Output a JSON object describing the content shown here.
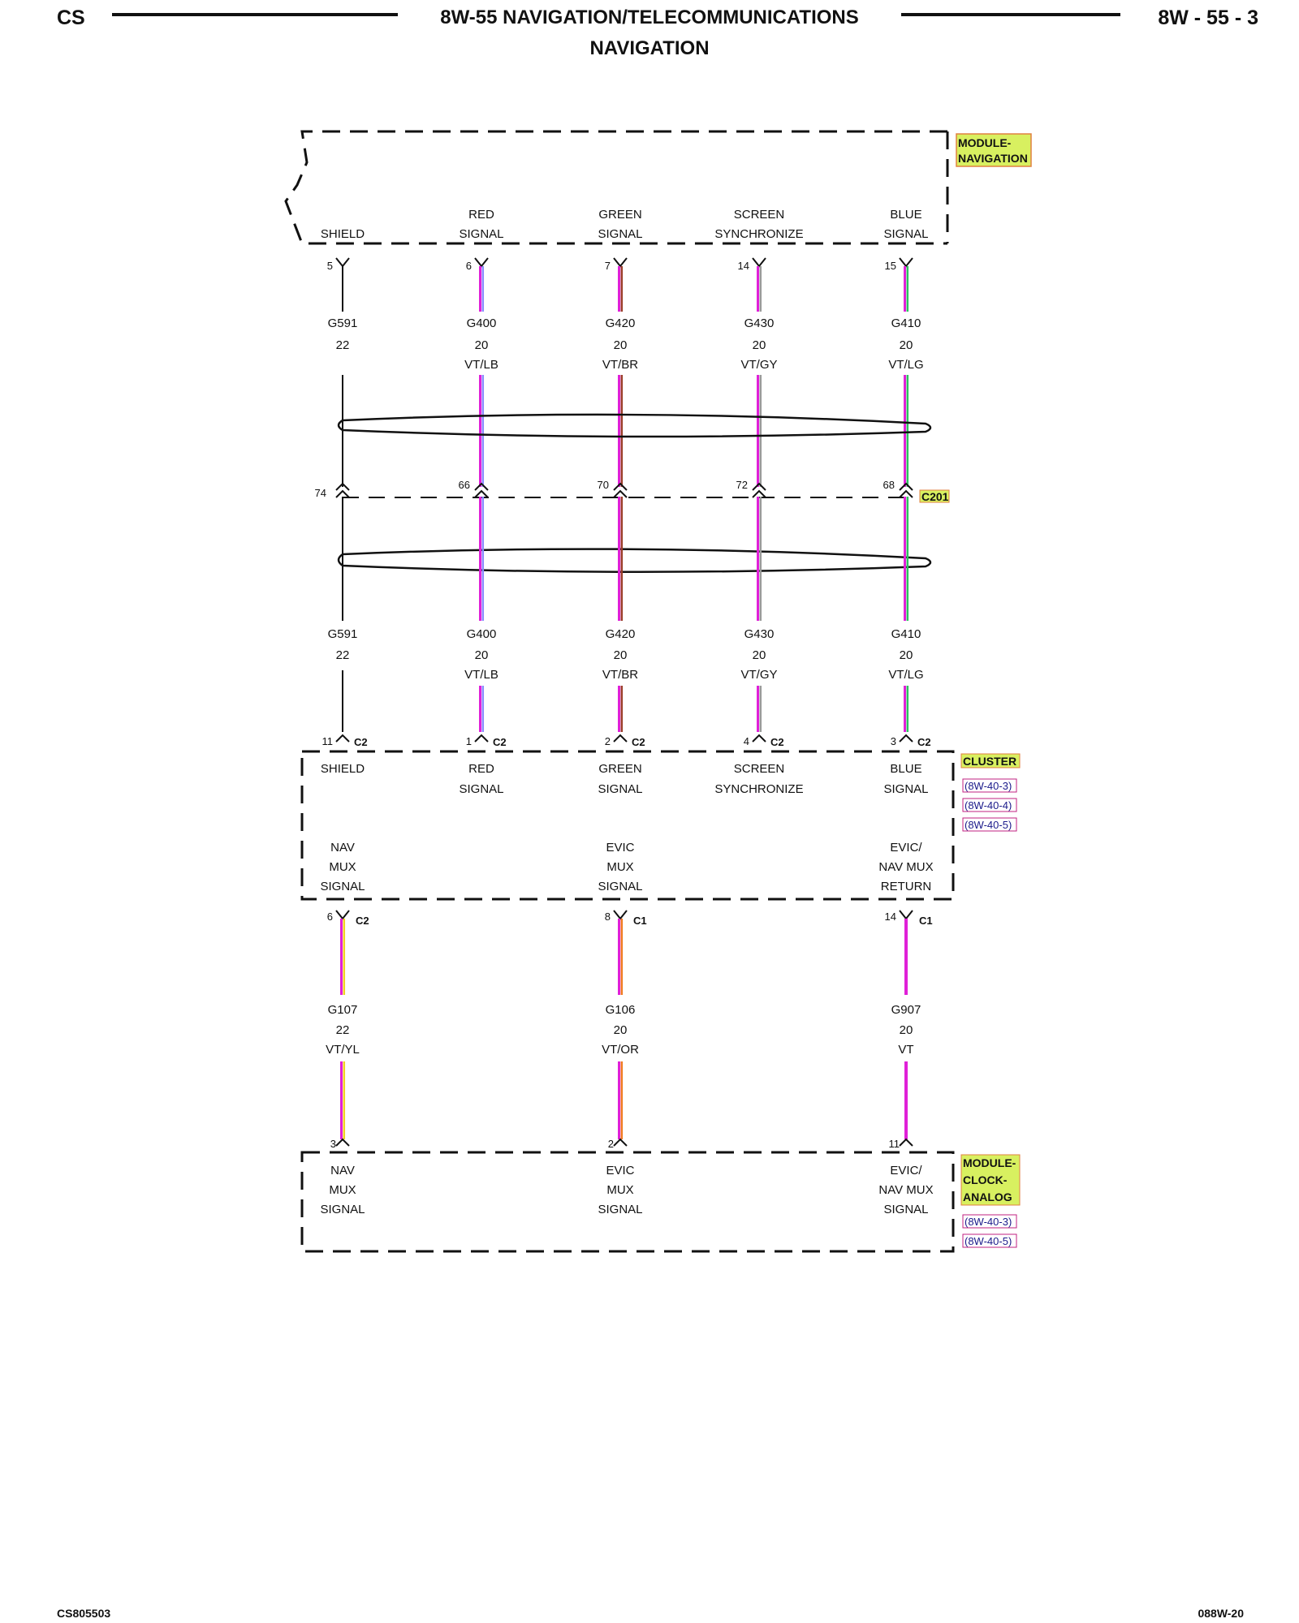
{
  "header": {
    "left": "CS",
    "title": "8W-55 NAVIGATION/TELECOMMUNICATIONS",
    "subtitle": "NAVIGATION",
    "right": "8W - 55 - 3"
  },
  "footer": {
    "left": "CS805503",
    "right": "088W-20"
  },
  "colors": {
    "violet": "#e020d8",
    "light_blue": "#8a8cff",
    "brown": "#9b3b2a",
    "gray": "#9a9a9a",
    "light_green": "#2cc060",
    "yellow": "#f0d020",
    "orange": "#f07820",
    "black": "#111111",
    "tag_fill": "#d8f060",
    "tag_border": "#e08040"
  },
  "modules": {
    "navigation": {
      "tag_lines": [
        "MODULE-",
        "NAVIGATION"
      ],
      "pins": [
        {
          "label": [
            "",
            "SHIELD"
          ],
          "pin": "5"
        },
        {
          "label": [
            "RED",
            "SIGNAL"
          ],
          "pin": "6"
        },
        {
          "label": [
            "GREEN",
            "SIGNAL"
          ],
          "pin": "7"
        },
        {
          "label": [
            "SCREEN",
            "SYNCHRONIZE"
          ],
          "pin": "14"
        },
        {
          "label": [
            "BLUE",
            "SIGNAL"
          ],
          "pin": "15"
        }
      ]
    },
    "cluster": {
      "tag": "CLUSTER",
      "refs": [
        "(8W-40-3)",
        "(8W-40-4)",
        "(8W-40-5)"
      ],
      "top_pins": [
        {
          "label": [
            "SHIELD",
            ""
          ],
          "pin": "11",
          "connector": "C2"
        },
        {
          "label": [
            "RED",
            "SIGNAL"
          ],
          "pin": "1",
          "connector": "C2"
        },
        {
          "label": [
            "GREEN",
            "SIGNAL"
          ],
          "pin": "2",
          "connector": "C2"
        },
        {
          "label": [
            "SCREEN",
            "SYNCHRONIZE"
          ],
          "pin": "4",
          "connector": "C2"
        },
        {
          "label": [
            "BLUE",
            "SIGNAL"
          ],
          "pin": "3",
          "connector": "C2"
        }
      ],
      "bottom_labels": [
        [
          "NAV",
          "MUX",
          "SIGNAL"
        ],
        [
          "EVIC",
          "MUX",
          "SIGNAL"
        ],
        [
          "EVIC/",
          "NAV MUX",
          "RETURN"
        ]
      ],
      "bottom_pins": [
        {
          "pin": "6",
          "connector": "C2"
        },
        {
          "pin": "8",
          "connector": "C1"
        },
        {
          "pin": "14",
          "connector": "C1"
        }
      ]
    },
    "clock": {
      "tag_lines": [
        "MODULE-",
        "CLOCK-",
        "ANALOG"
      ],
      "refs": [
        "(8W-40-3)",
        "(8W-40-5)"
      ],
      "pins": [
        {
          "label": [
            "NAV",
            "MUX",
            "SIGNAL"
          ],
          "pin": "3"
        },
        {
          "label": [
            "EVIC",
            "MUX",
            "SIGNAL"
          ],
          "pin": "2"
        },
        {
          "label": [
            "EVIC/",
            "NAV MUX",
            "SIGNAL"
          ],
          "pin": "11"
        }
      ]
    }
  },
  "inline_connector": {
    "name": "C201",
    "pins": [
      "74",
      "66",
      "70",
      "72",
      "68"
    ]
  },
  "wires_upper": [
    {
      "circuit": "G591",
      "gauge": "22",
      "color": "",
      "stripe": [
        "black"
      ]
    },
    {
      "circuit": "G400",
      "gauge": "20",
      "color": "VT/LB",
      "stripe": [
        "violet",
        "light_blue"
      ]
    },
    {
      "circuit": "G420",
      "gauge": "20",
      "color": "VT/BR",
      "stripe": [
        "violet",
        "brown"
      ]
    },
    {
      "circuit": "G430",
      "gauge": "20",
      "color": "VT/GY",
      "stripe": [
        "violet",
        "gray"
      ]
    },
    {
      "circuit": "G410",
      "gauge": "20",
      "color": "VT/LG",
      "stripe": [
        "violet",
        "light_green"
      ]
    }
  ],
  "wires_lower": [
    {
      "circuit": "G107",
      "gauge": "22",
      "color": "VT/YL",
      "stripe": [
        "violet",
        "yellow"
      ]
    },
    {
      "circuit": "G106",
      "gauge": "20",
      "color": "VT/OR",
      "stripe": [
        "violet",
        "orange"
      ]
    },
    {
      "circuit": "G907",
      "gauge": "20",
      "color": "VT",
      "stripe": [
        "violet"
      ]
    }
  ]
}
